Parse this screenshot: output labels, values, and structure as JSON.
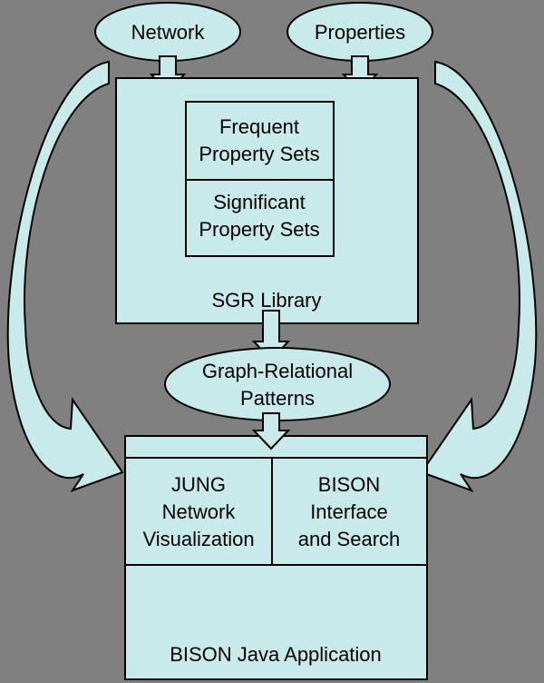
{
  "colors": {
    "background": "#808080",
    "shape_fill": "#c9eaea",
    "outline": "#000000"
  },
  "inputs": {
    "network": "Network",
    "properties": "Properties"
  },
  "sgr": {
    "frequent_line1": "Frequent",
    "frequent_line2": "Property Sets",
    "significant_line1": "Significant",
    "significant_line2": "Property Sets",
    "library": "SGR Library"
  },
  "patterns": {
    "line1": "Graph-Relational",
    "line2": "Patterns"
  },
  "bison": {
    "jung_line1": "JUNG",
    "jung_line2": "Network",
    "jung_line3": "Visualization",
    "interface_line1": "BISON",
    "interface_line2": "Interface",
    "interface_line3": "and Search",
    "app": "BISON Java Application"
  }
}
